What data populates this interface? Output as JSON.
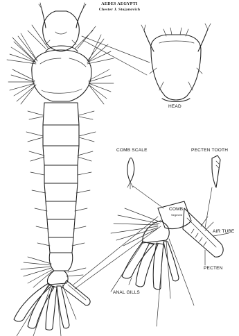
{
  "title": {
    "line1": "AEDES AEGYPTI",
    "line2": "Chester J. Stojanovich"
  },
  "labels": {
    "head": "HEAD",
    "comb_scale": "COMB SCALE",
    "pecten_tooth": "PECTEN TOOTH",
    "comb": "COMB",
    "comb_sub": "Segment",
    "air_tube": "AIR TUBE",
    "pecten": "PECTEN",
    "anal_gills": "ANAL GILLS"
  }
}
